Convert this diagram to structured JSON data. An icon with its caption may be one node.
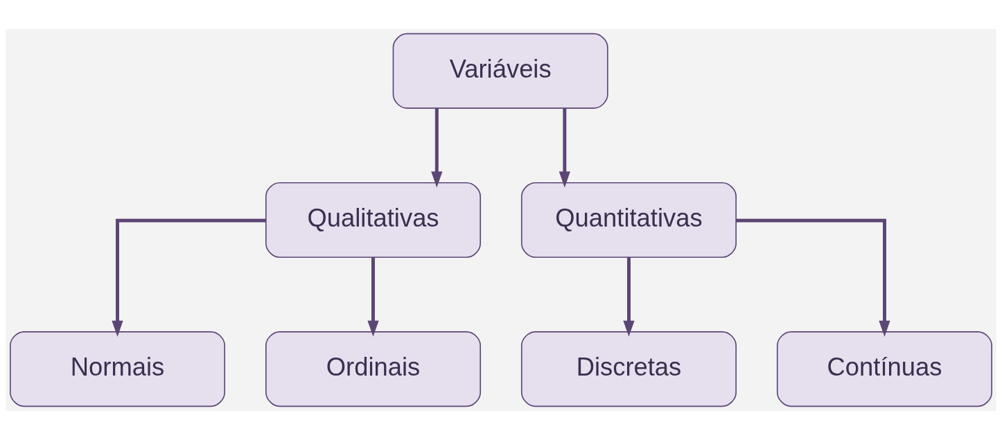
{
  "diagram": {
    "nodes": [
      {
        "text": [
          "Variáveis"
        ]
      },
      {
        "text": [
          "Qualitativas"
        ]
      },
      {
        "text": [
          "Quantitativas"
        ]
      },
      {
        "text": [
          "Normais"
        ]
      },
      {
        "text": [
          "Ordinais"
        ]
      },
      {
        "text": [
          "Discretas"
        ]
      },
      {
        "text": [
          "Contínuas"
        ]
      }
    ],
    "edges": [
      {
        "from": 0,
        "to": 1,
        "arrow": "to"
      },
      {
        "from": 0,
        "to": 2,
        "arrow": "to"
      },
      {
        "from": 1,
        "to": 3,
        "arrow": "to"
      },
      {
        "from": 1,
        "to": 4,
        "arrow": "to"
      },
      {
        "from": 2,
        "to": 5,
        "arrow": "to"
      },
      {
        "from": 2,
        "to": 6,
        "arrow": "to"
      }
    ]
  }
}
